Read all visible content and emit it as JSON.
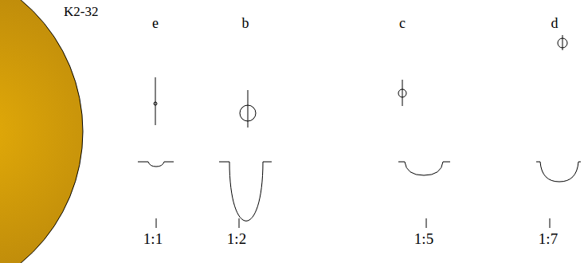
{
  "diagram": {
    "nodes": [
      {
        "text": [
          "K2-32"
        ]
      }
    ],
    "labels": [
      "e",
      "b",
      "c",
      "d",
      "1:1",
      "1:2",
      "1:5",
      "1:7"
    ]
  }
}
